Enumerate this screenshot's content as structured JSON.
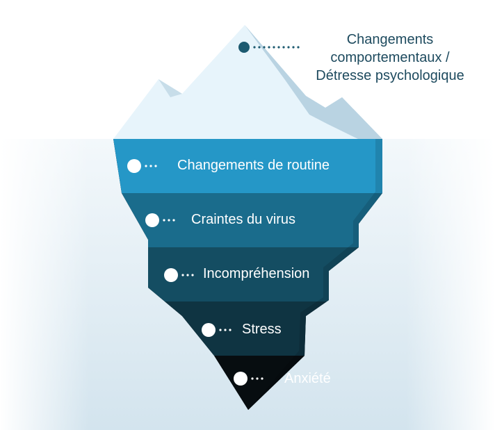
{
  "diagram": {
    "top_label": {
      "lines": [
        "Changements",
        "comportementaux /",
        "Détresse psychologique"
      ]
    },
    "layers": [
      {
        "label": "Changements de routine",
        "color": "#2597c7"
      },
      {
        "label": "Craintes du virus",
        "color": "#1a6c8c"
      },
      {
        "label": "Incompréhension",
        "color": "#144d62"
      },
      {
        "label": "Stress",
        "color": "#0f3442"
      },
      {
        "label": "Anxiété",
        "color": "#070d10"
      }
    ],
    "colors": {
      "ice_light": "#e7f4fb",
      "ice_shadow": "#b9d3e2",
      "water": "#dbe8f1",
      "top_dot": "#1c5a70",
      "label_text": "#1d4a5e"
    }
  }
}
